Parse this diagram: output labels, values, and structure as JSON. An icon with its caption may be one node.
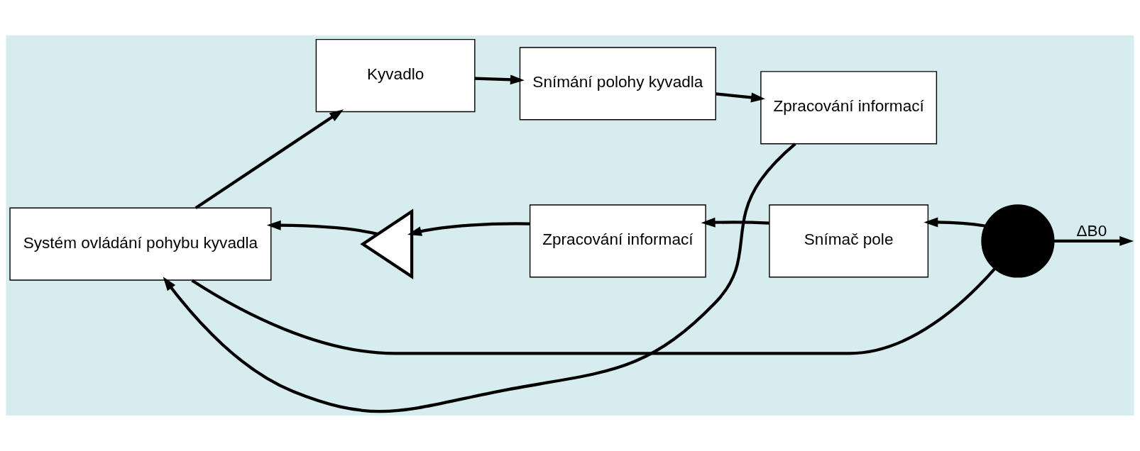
{
  "diagram": {
    "nodes": [
      {
        "text": [
          "Systém ovládání pohybu kyvadla"
        ]
      },
      {
        "text": [
          "Kyvadlo"
        ]
      },
      {
        "text": [
          "Snímání polohy kyvadla"
        ]
      },
      {
        "text": [
          "Zpracování informací"
        ]
      },
      {
        "text": [],
        "shape": "triangle"
      },
      {
        "text": [
          "Zpracování informací"
        ]
      },
      {
        "text": [
          "Snímač pole"
        ]
      },
      {
        "text": [],
        "shape": "circle"
      }
    ],
    "edges": [
      {
        "from": 0,
        "to": 1,
        "arrow": "to"
      },
      {
        "from": 1,
        "to": 2,
        "arrow": "to"
      },
      {
        "from": 2,
        "to": 3,
        "arrow": "to"
      },
      {
        "from": 3,
        "to": 0,
        "arrow": "to"
      },
      {
        "from": 0,
        "to": 7,
        "arrow": "none"
      },
      {
        "from": 7,
        "to": null,
        "arrow": "to",
        "label": "ΔB0"
      },
      {
        "from": 7,
        "to": 6,
        "arrow": "to"
      },
      {
        "from": 6,
        "to": 5,
        "arrow": "to"
      },
      {
        "from": 5,
        "to": 4,
        "arrow": "to"
      },
      {
        "from": 4,
        "to": 0,
        "arrow": "to"
      }
    ]
  }
}
